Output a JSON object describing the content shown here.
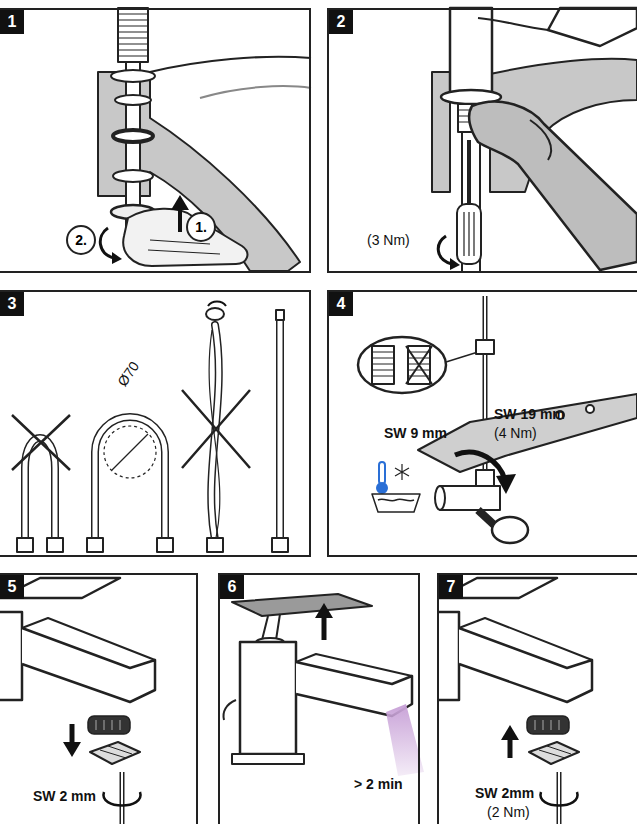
{
  "diagram": {
    "nodes": [
      {
        "text": [
          "1"
        ]
      },
      {
        "text": [
          "1."
        ],
        "in": 0
      },
      {
        "text": [
          "2."
        ],
        "in": 0
      },
      {
        "text": [
          "2"
        ]
      },
      {
        "text": [
          "3"
        ]
      },
      {
        "text": [
          "4"
        ]
      },
      {
        "text": [
          "5"
        ]
      },
      {
        "text": [
          "6"
        ]
      },
      {
        "text": [
          "7"
        ]
      }
    ],
    "labels": [
      "(3 Nm)",
      "Ø70",
      "SW 19 mm",
      "(4 Nm)",
      "SW 9 mm",
      "SW 2 mm",
      "> 2 min",
      "SW 2mm",
      "(2 Nm)"
    ]
  }
}
